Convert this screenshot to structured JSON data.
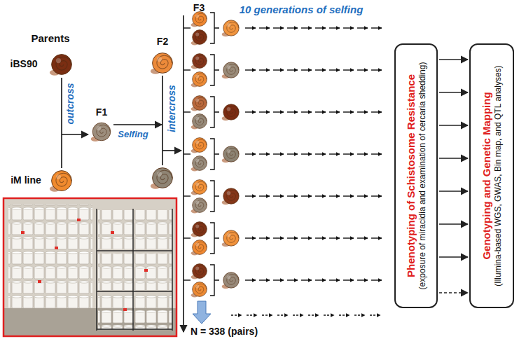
{
  "diagram": {
    "nodes": [
      {
        "text": [
          "Phenotyping of Schistosome Resistance",
          "(exposure of miracidia and examination of cercaria shedding)"
        ]
      },
      {
        "text": [
          "Genotyping and Genetic Mapping",
          "(Illumina-based WGS, GWAS, Bin map, and QTL analyses)"
        ]
      }
    ],
    "edges": [
      {
        "from": 0,
        "to": 1,
        "arrow": "to"
      },
      {
        "from": 0,
        "to": 1,
        "arrow": "to"
      },
      {
        "from": 0,
        "to": 1,
        "arrow": "to"
      },
      {
        "from": 0,
        "to": 1,
        "arrow": "to"
      },
      {
        "from": 0,
        "to": 1,
        "arrow": "to"
      },
      {
        "from": 0,
        "to": 1,
        "arrow": "to"
      },
      {
        "from": 0,
        "to": 1,
        "arrow": "to"
      },
      {
        "from": 0,
        "to": 1,
        "arrow": "to"
      }
    ],
    "labels": [
      "Parents",
      "iBS90",
      "iM line",
      "outcross",
      "F1",
      "Selfing",
      "intercross",
      "F2",
      "F3",
      "10 generations of selfing",
      "N = 338 (pairs)"
    ]
  }
}
